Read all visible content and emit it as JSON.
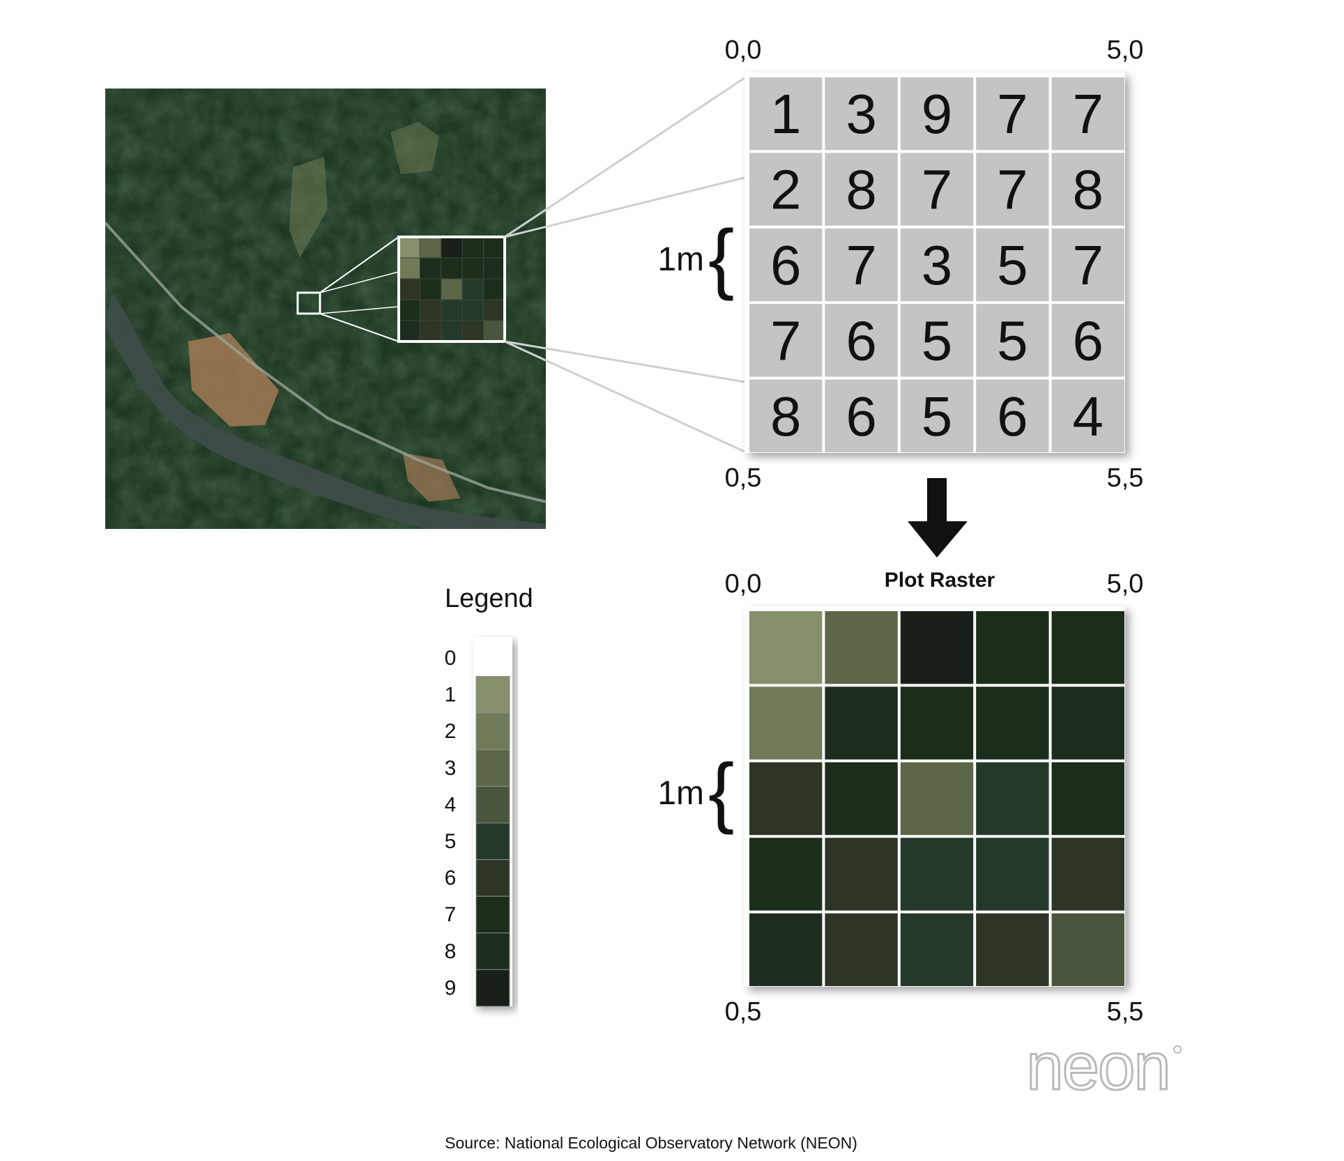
{
  "colors": {
    "legend": [
      "#ffffff",
      "#858f6c",
      "#6e7a58",
      "#5c6748",
      "#4a553d",
      "#25392a",
      "#2d3526",
      "#1c2d1c",
      "#1d2c1e",
      "#182019"
    ],
    "cell_bg": "#c4c4c7",
    "grid_line": "#ffffff",
    "arrow": "#111111",
    "satellite_base": "#1f3823",
    "field": "#a27a55",
    "river": "#3f4c4a"
  },
  "value_grid": {
    "corners": {
      "top_left": "0,0",
      "top_right": "5,0",
      "bottom_left": "0,5",
      "bottom_right": "5,5"
    },
    "scale_label": "1m",
    "cells": [
      [
        1,
        3,
        9,
        7,
        7
      ],
      [
        2,
        8,
        7,
        7,
        8
      ],
      [
        6,
        7,
        3,
        5,
        7
      ],
      [
        7,
        6,
        5,
        5,
        6
      ],
      [
        8,
        6,
        5,
        6,
        4
      ]
    ]
  },
  "plot_raster": {
    "title": "Plot Raster",
    "corners": {
      "top_left": "0,0",
      "top_right": "5,0",
      "bottom_left": "0,5",
      "bottom_right": "5,5"
    },
    "scale_label": "1m"
  },
  "legend": {
    "title": "Legend",
    "values": [
      "0",
      "1",
      "2",
      "3",
      "4",
      "5",
      "6",
      "7",
      "8",
      "9"
    ]
  },
  "logo_text": "neon",
  "source": "Source: National Ecological Observatory Network (NEON)"
}
